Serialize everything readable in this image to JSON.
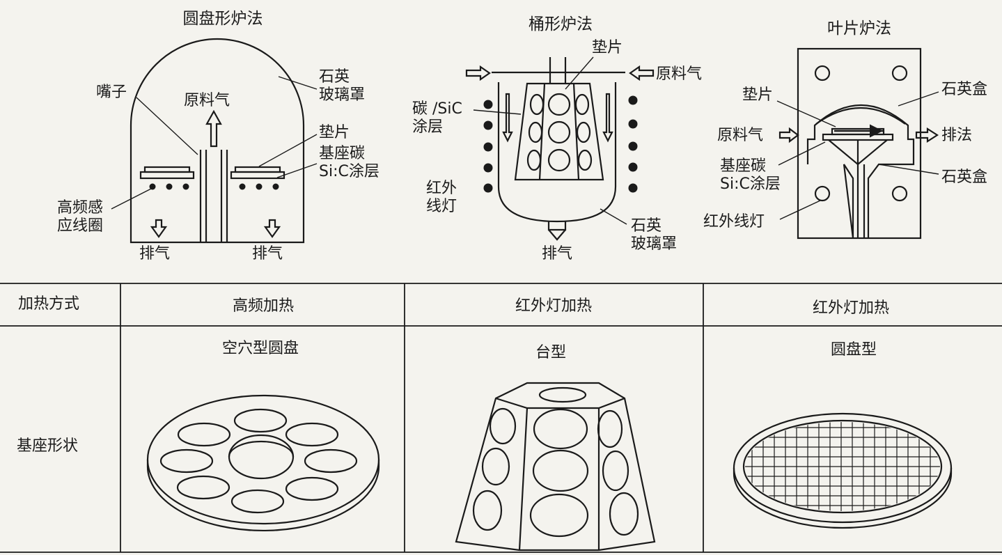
{
  "titles": {
    "disk": "圆盘形炉法",
    "barrel": "桶形炉法",
    "leaf": "叶片炉法"
  },
  "disk_labels": {
    "nozzle": "嘴子",
    "feed_gas": "原料气",
    "quartz_cover": "石英\n玻璃罩",
    "pad": "垫片",
    "susceptor": "基座碳\nSi:C涂层",
    "coil": "高频感\n应线圈",
    "exhaust_left": "排气",
    "exhaust_right": "排气"
  },
  "barrel_labels": {
    "pad": "垫片",
    "feed_gas": "原料气",
    "coating": "碳 /SiC\n涂层",
    "ir_lamp": "红外\n线灯",
    "quartz_cover": "石英\n玻璃罩",
    "exhaust": "排气"
  },
  "leaf_labels": {
    "pad": "垫片",
    "quartz_box_top": "石英盒",
    "feed_gas": "原料气",
    "exhaust": "排法",
    "susceptor": "基座碳\nSi:C涂层",
    "quartz_box_bottom": "石英盒",
    "ir_lamp": "红外线灯"
  },
  "table": {
    "heating_header": "加热方式",
    "heating": [
      "高频加热",
      "红外灯加热",
      "红外灯加热"
    ],
    "shape_header": "基座形状",
    "shapes": [
      "空穴型圆盘",
      "台型",
      "圆盘型"
    ]
  }
}
